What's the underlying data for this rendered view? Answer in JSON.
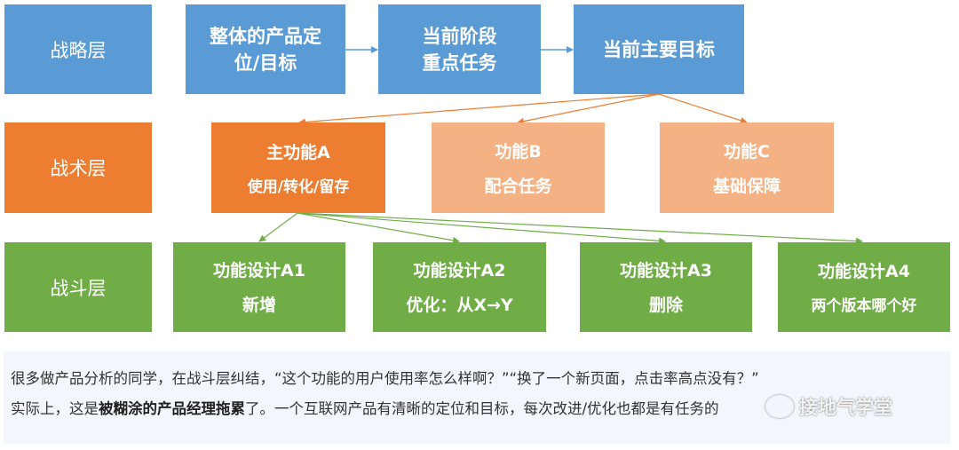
{
  "layers": {
    "strategy": "战略层",
    "tactics": "战术层",
    "combat": "战斗层"
  },
  "strategy_row": {
    "box1_line1": "整体的产品定",
    "box1_line2": "位/目标",
    "box2_line1": "当前阶段",
    "box2_line2": "重点任务",
    "box3": "当前主要目标"
  },
  "tactics_row": {
    "a_title": "主功能A",
    "a_sub": "使用/转化/留存",
    "b_title": "功能B",
    "b_sub": "配合任务",
    "c_title": "功能C",
    "c_sub": "基础保障"
  },
  "combat_row": {
    "a1_title": "功能设计A1",
    "a1_sub": "新增",
    "a2_title": "功能设计A2",
    "a2_sub": "优化：从X→Y",
    "a3_title": "功能设计A3",
    "a3_sub": "删除",
    "a4_title": "功能设计A4",
    "a4_sub": "两个版本哪个好"
  },
  "note": {
    "line1": "很多做产品分析的同学，在战斗层纠结，“这个功能的用户使用率怎么样啊？”“换了一个新页面，点击率高点没有？”",
    "line2_before": "实际上，这是",
    "line2_bold": "被糊涂的产品经理拖累",
    "line2_after": "了。一个互联网产品有清晰的定位和目标，每次改进/优化也都是有任务的"
  },
  "watermark": {
    "icon": "wechat-icon",
    "text": "接地气学堂"
  },
  "colors": {
    "strategy": "#5b9bd5",
    "tactics_primary": "#ed7d31",
    "tactics_secondary": "#f4b183",
    "combat": "#70ad47",
    "note_bg": "#f3f6fb"
  }
}
